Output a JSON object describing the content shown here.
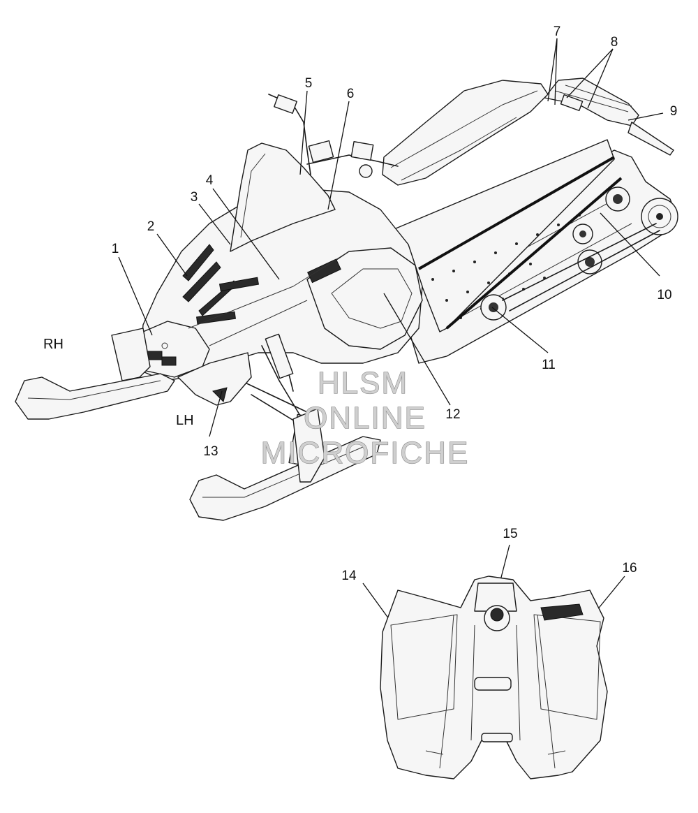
{
  "callouts": [
    "1",
    "2",
    "3",
    "4",
    "5",
    "6",
    "7",
    "8",
    "9",
    "10",
    "11",
    "12",
    "13",
    "14",
    "15",
    "16"
  ],
  "side_labels": {
    "rh": "RH",
    "lh": "LH"
  },
  "watermark": [
    "HLSM",
    "ONLINE",
    "MICROFICHE"
  ],
  "colors": {
    "line": "#1a1a1a",
    "paper": "#ffffff",
    "watermark": "#cfcfcf"
  }
}
